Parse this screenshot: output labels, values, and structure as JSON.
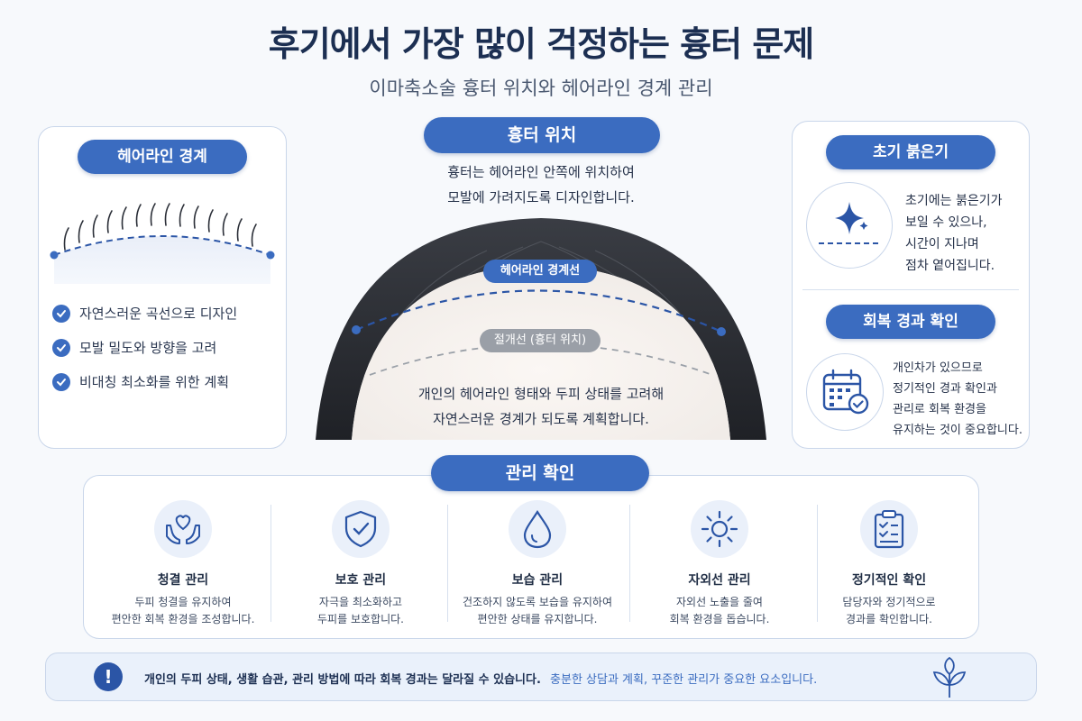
{
  "header": {
    "title": "후기에서 가장 많이 걱정하는 흉터 문제",
    "subtitle": "이마축소술 흉터 위치와 헤어라인 경계 관리"
  },
  "left_card": {
    "pill": "헤어라인 경계",
    "checks": [
      "자연스러운 곡선으로 디자인",
      "모발 밀도와 방향을 고려",
      "비대칭 최소화를 위한 계획"
    ]
  },
  "center": {
    "pill": "흉터 위치",
    "top_text": [
      "흉터는 헤어라인 안쪽에 위치하여",
      "모발에 가려지도록 디자인합니다."
    ],
    "hairline_label": "헤어라인 경계선",
    "incision_label": "절개선 (흉터 위치)",
    "bottom_text": [
      "개인의 헤어라인 형태와 두피 상태를 고려해",
      "자연스러운 경계가 되도록 계획합니다."
    ]
  },
  "right_card": {
    "pill_top": "초기 붉은기",
    "text_top": [
      "초기에는 붉은기가",
      "보일 수 있으나,",
      "시간이 지나며",
      "점차 옅어집니다."
    ],
    "pill_bottom": "회복 경과 확인",
    "text_bottom": [
      "개인차가 있으므로",
      "정기적인 경과 확인과",
      "관리로 회복 환경을",
      "유지하는 것이 중요합니다."
    ]
  },
  "care": {
    "pill": "관리 확인",
    "items": [
      {
        "icon": "hands-heart-icon",
        "title": "청결 관리",
        "desc": [
          "두피 청결을 유지하여",
          "편안한 회복 환경을 조성합니다."
        ]
      },
      {
        "icon": "shield-check-icon",
        "title": "보호 관리",
        "desc": [
          "자극을 최소화하고",
          "두피를 보호합니다."
        ]
      },
      {
        "icon": "water-drop-icon",
        "title": "보습 관리",
        "desc": [
          "건조하지 않도록 보습을 유지하여",
          "편안한 상태를 유지합니다."
        ]
      },
      {
        "icon": "sun-icon",
        "title": "자외선 관리",
        "desc": [
          "자외선 노출을 줄여",
          "회복 환경을 돕습니다."
        ]
      },
      {
        "icon": "clipboard-check-icon",
        "title": "정기적인 확인",
        "desc": [
          "담당자와 정기적으로",
          "경과를 확인합니다."
        ]
      }
    ]
  },
  "banner": {
    "bold": "개인의 두피 상태, 생활 습관, 관리 방법에 따라 회복 경과는 달라질 수 있습니다.",
    "normal": "충분한 상담과 계획, 꾸준한 관리가 중요한 요소입니다."
  },
  "colors": {
    "accent": "#3b6cc0",
    "navy": "#1c2f52",
    "border": "#c9d6ea"
  }
}
